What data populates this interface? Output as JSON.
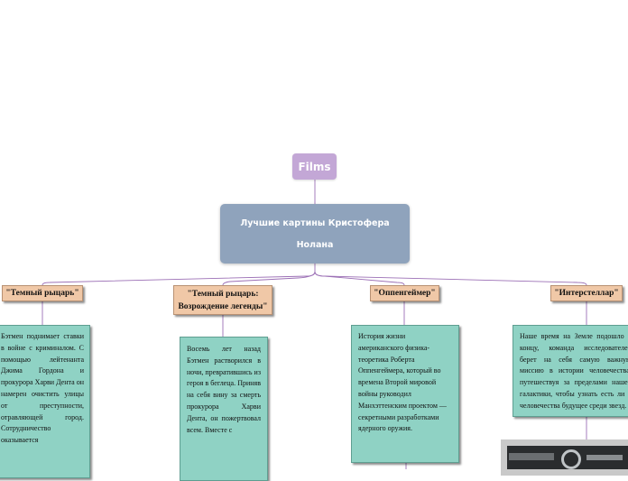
{
  "root": {
    "label": "Films"
  },
  "main": {
    "line1": "Лучшие картины Кристофера",
    "line2": "Нолана"
  },
  "films": [
    {
      "title": "\"Темный рыцарь\"",
      "description": "Бэтмен поднимает ставки в войне с криминалом. С помощью лейтенанта Джима Гордона и прокурора Харви Дента он намерен очистить улицы от преступности, отравляющей город. Сотрудничество оказывается"
    },
    {
      "title_line1": "\"Темный рыцарь:",
      "title_line2": "Возрождение легенды\"",
      "description": "Восемь лет назад Бэтмен растворился в ночи, превратившись из героя в беглеца. Приняв на себя вину за смерть прокурора Харви Дента, он пожертвовал всем. Вместе с"
    },
    {
      "title": "\"Оппенгеймер\"",
      "description": "История жизни американского физика-теоретика Роберта Оппенгеймера, который во времена Второй мировой войны руководил Манхэттенским проектом —секретными разработками ядерного оружия."
    },
    {
      "title": "\"Интерстеллар\"",
      "description": "Наше время на Земле подошло к концу, команда исследователей берет на себя самую важную миссию в истории человечества; путешествуя за пределами нашей галактики, чтобы узнать есть ли у человечества будущее среди звезд."
    }
  ],
  "colors": {
    "root": "#c3a7d6",
    "main": "#8fa3bc",
    "film_title": "#f0c8a7",
    "description": "#8fd2c4",
    "connector": "#9b6fb5"
  },
  "image": {
    "icon": "movie-still-image"
  }
}
